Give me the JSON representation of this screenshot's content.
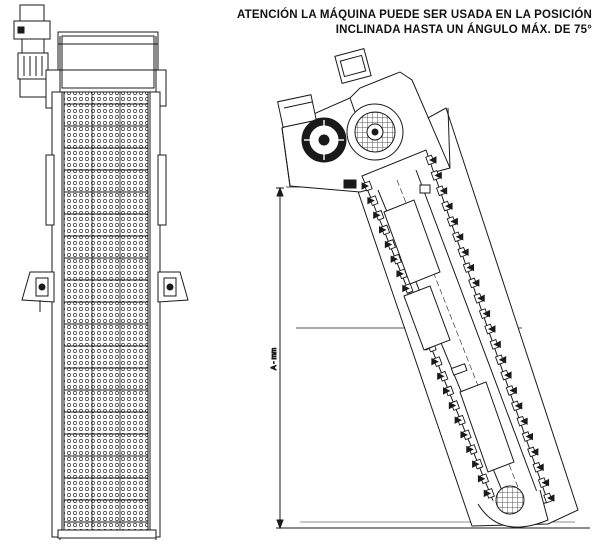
{
  "note": {
    "line1": "ATENCIÓN  LA MÁQUINA PUEDE SER USADA EN LA POSICIÓN",
    "line2": "INCLINADA HASTA UN ÁNGULO MÁX. DE 75°"
  },
  "dimension": {
    "label": "A - mm"
  },
  "colors": {
    "ink": "#1a1a1a",
    "paper": "#ffffff",
    "mesh": "#444444"
  },
  "icons": [
    "motor-icon",
    "gear-wheel-icon"
  ]
}
